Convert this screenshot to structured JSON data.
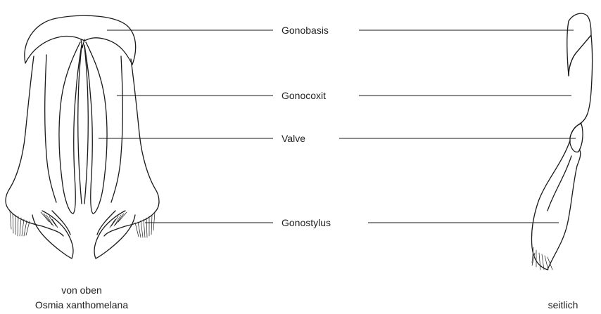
{
  "labels": {
    "gonobasis": "Gonobasis",
    "gonocoxit": "Gonocoxit",
    "valve": "Valve",
    "gonostylus": "Gonostylus"
  },
  "captions": {
    "left_view": "von oben",
    "species": "Osmia xanthomelana",
    "right_view": "seitlich"
  },
  "colors": {
    "ink": "#1a1a1a",
    "background": "#ffffff"
  }
}
